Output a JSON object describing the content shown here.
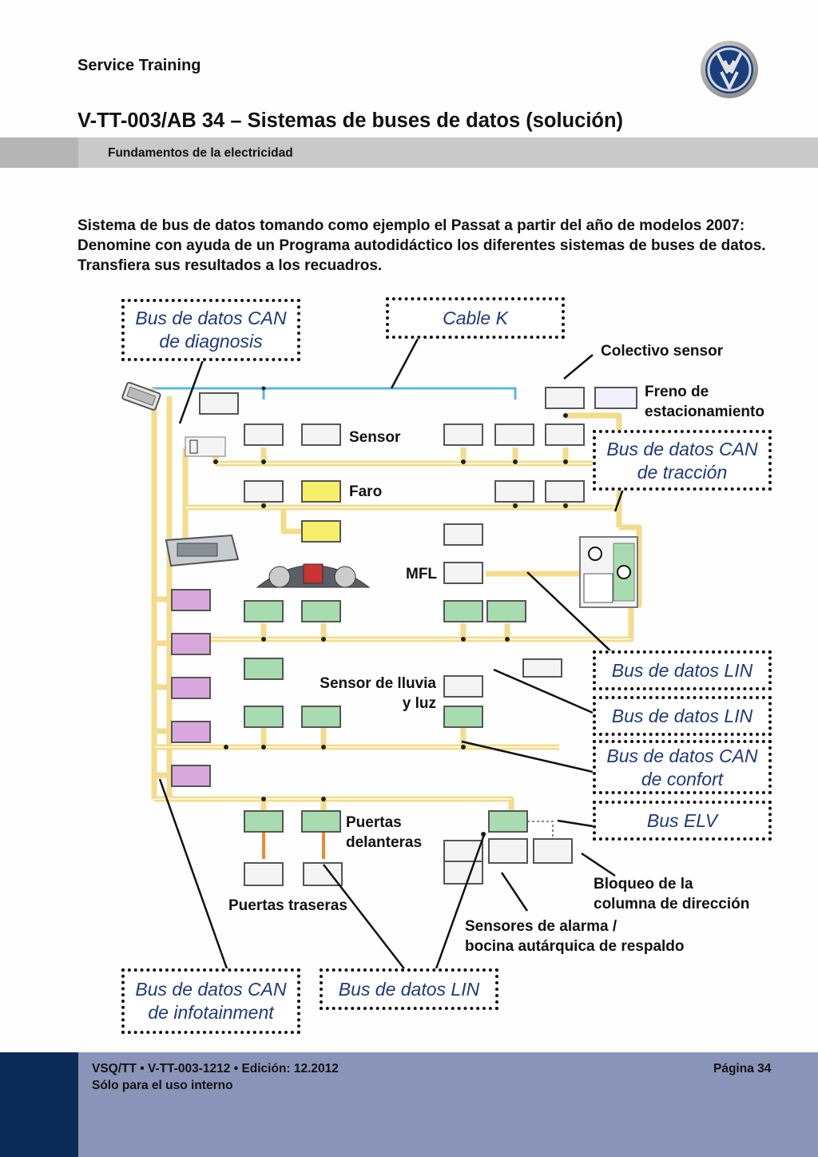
{
  "header": {
    "service": "Service Training",
    "title": "V-TT-003/AB 34 – Sistemas de buses de datos (solución)",
    "section": "Fundamentos de la electricidad"
  },
  "intro": "Sistema de bus de datos tomando como ejemplo el Passat a partir del año de modelos 2007: Denomine con ayuda de un Programa autodidáctico los diferentes sistemas de buses de datos. Transfiera sus resultados a los recuadros.",
  "answers": {
    "can_diag_1": "Bus de datos CAN",
    "can_diag_2": "de diagnosis",
    "cable_k": "Cable K",
    "can_traccion_1": "Bus de datos CAN",
    "can_traccion_2": "de tracción",
    "lin_1": "Bus de datos LIN",
    "lin_2": "Bus de datos LIN",
    "can_confort_1": "Bus de datos CAN",
    "can_confort_2": "de confort",
    "elv": "Bus ELV",
    "can_info_1": "Bus de datos CAN",
    "can_info_2": "de infotainment",
    "lin_3": "Bus de datos LIN"
  },
  "labels": {
    "colectivo": "Colectivo sensor",
    "freno_1": "Freno de",
    "freno_2": "estacionamiento",
    "sensor": "Sensor",
    "faro": "Faro",
    "mfl": "MFL",
    "lluvia_1": "Sensor de lluvia",
    "lluvia_2": "y luz",
    "puertas_del_1": "Puertas",
    "puertas_del_2": "delanteras",
    "puertas_tras": "Puertas traseras",
    "bloqueo_1": "Bloqueo de la",
    "bloqueo_2": "columna de dirección",
    "alarma_1": "Sensores de alarma /",
    "alarma_2": "bocina autárquica de respaldo"
  },
  "footer": {
    "line1": "VSQ/TT • V-TT-003-1212 • Edición: 12.2012",
    "line2": "Sólo para el uso interno",
    "page": "Página  34"
  },
  "colors": {
    "bus_yellow": "#f3dc8c",
    "diag_blue": "#5bb8d8",
    "ecu_white": "#f4f4f4",
    "ecu_green": "#a8dcb0",
    "ecu_purple": "#d8a8dc",
    "ecu_yellow": "#f5ef6a",
    "orange": "#f08a30",
    "footer": "#8a94b8",
    "footer_dark": "#0b2a56",
    "answer_text": "#1e3a7a"
  }
}
